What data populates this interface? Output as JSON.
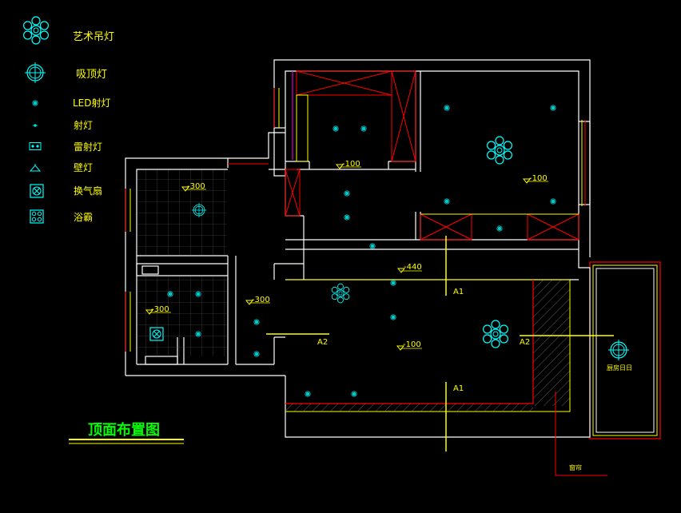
{
  "legend": {
    "items": [
      {
        "icon": "chandelier-icon",
        "label": "艺术吊灯"
      },
      {
        "icon": "ceiling-lamp-icon",
        "label": "吸顶灯"
      },
      {
        "icon": "led-spotlight-icon",
        "label": "LED射灯"
      },
      {
        "icon": "spotlight-icon",
        "label": "射灯"
      },
      {
        "icon": "recessed-spotlight-icon",
        "label": "雷射灯"
      },
      {
        "icon": "wall-lamp-icon",
        "label": "壁灯"
      },
      {
        "icon": "exhaust-fan-icon",
        "label": "换气扇"
      },
      {
        "icon": "bath-heater-icon",
        "label": "浴霸"
      }
    ]
  },
  "plan": {
    "title": "顶面布置图",
    "levels": [
      "-100",
      "-100",
      "-300",
      "-440",
      "-300",
      "-300",
      "-100"
    ],
    "section_marks": [
      "A1",
      "A1",
      "A2",
      "A2"
    ],
    "balcony_lamp_label": "厨房日日",
    "leader_label": "窗帘"
  },
  "colors": {
    "background": "#000000",
    "wall": "#ffffff",
    "yellow": "#ffff00",
    "red": "#ff0000",
    "cyan": "#00ffff",
    "green": "#00ff00",
    "magenta": "#ff00ff"
  }
}
